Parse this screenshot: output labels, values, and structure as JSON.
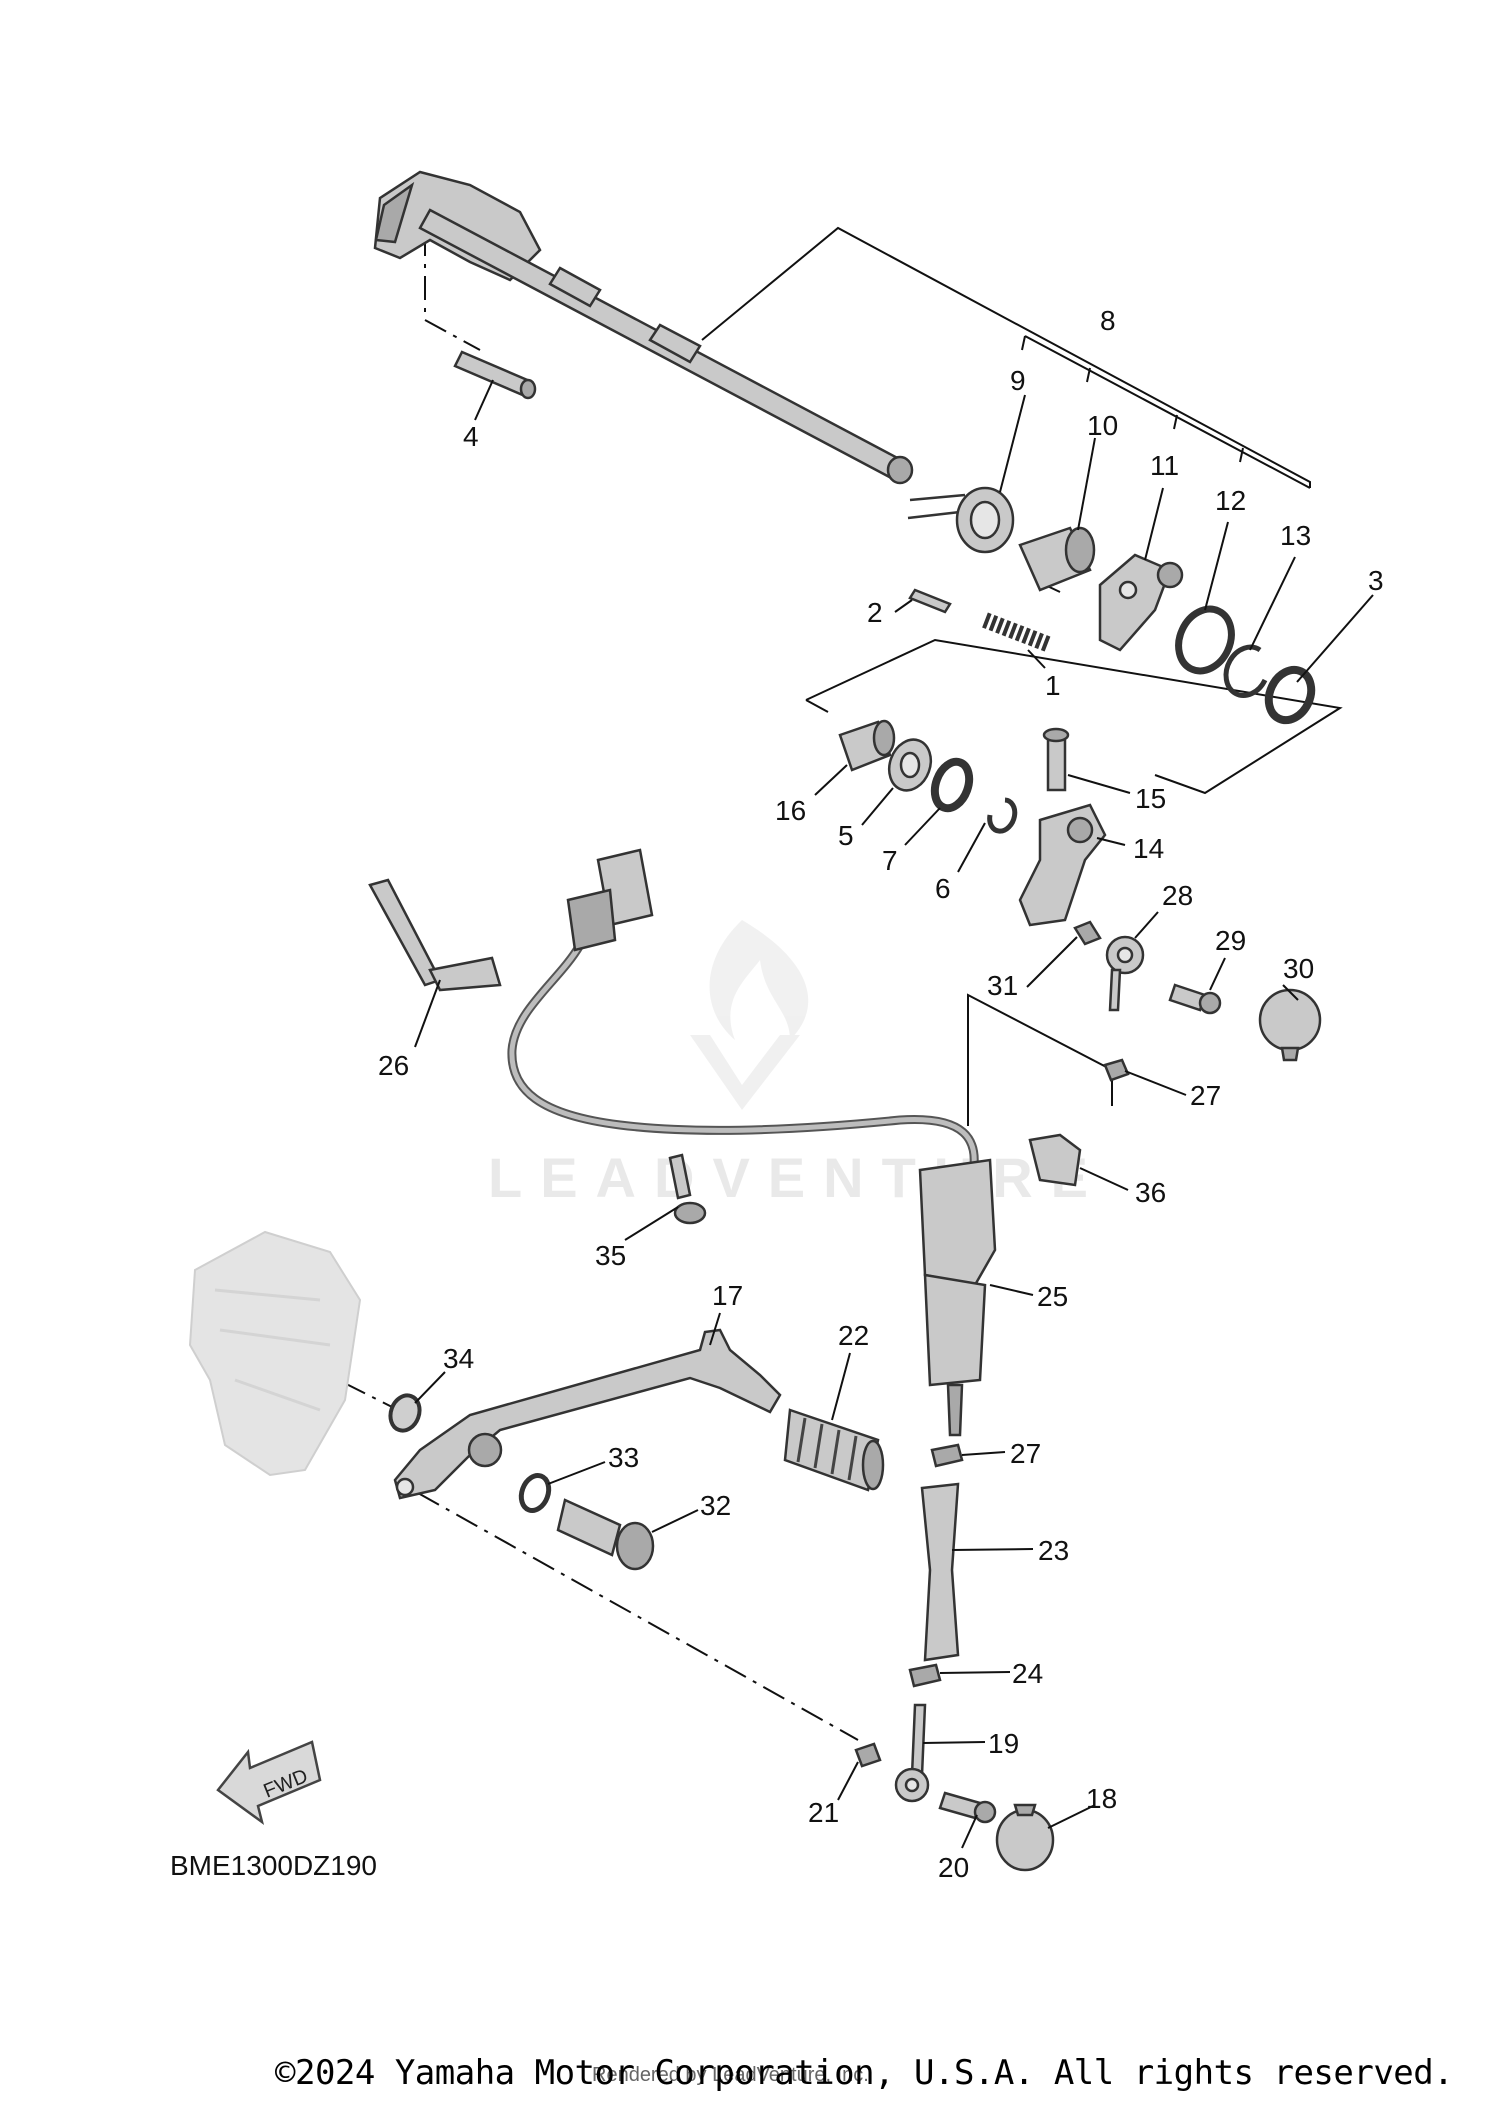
{
  "diagram": {
    "code": "BME1300DZ190",
    "fwd_label": "FWD",
    "copyright": "©2024 Yamaha Motor Corporation, U.S.A. All rights reserved.",
    "rendered_by": "Rendered by LeadVenture, Inc.",
    "watermark": "LEADVENTURE",
    "callouts": [
      "1",
      "2",
      "3",
      "4",
      "5",
      "6",
      "7",
      "8",
      "9",
      "10",
      "11",
      "12",
      "13",
      "14",
      "15",
      "16",
      "17",
      "18",
      "19",
      "20",
      "21",
      "22",
      "23",
      "24",
      "25",
      "26",
      "27",
      "27",
      "28",
      "29",
      "30",
      "31",
      "32",
      "33",
      "34",
      "35",
      "36"
    ]
  }
}
